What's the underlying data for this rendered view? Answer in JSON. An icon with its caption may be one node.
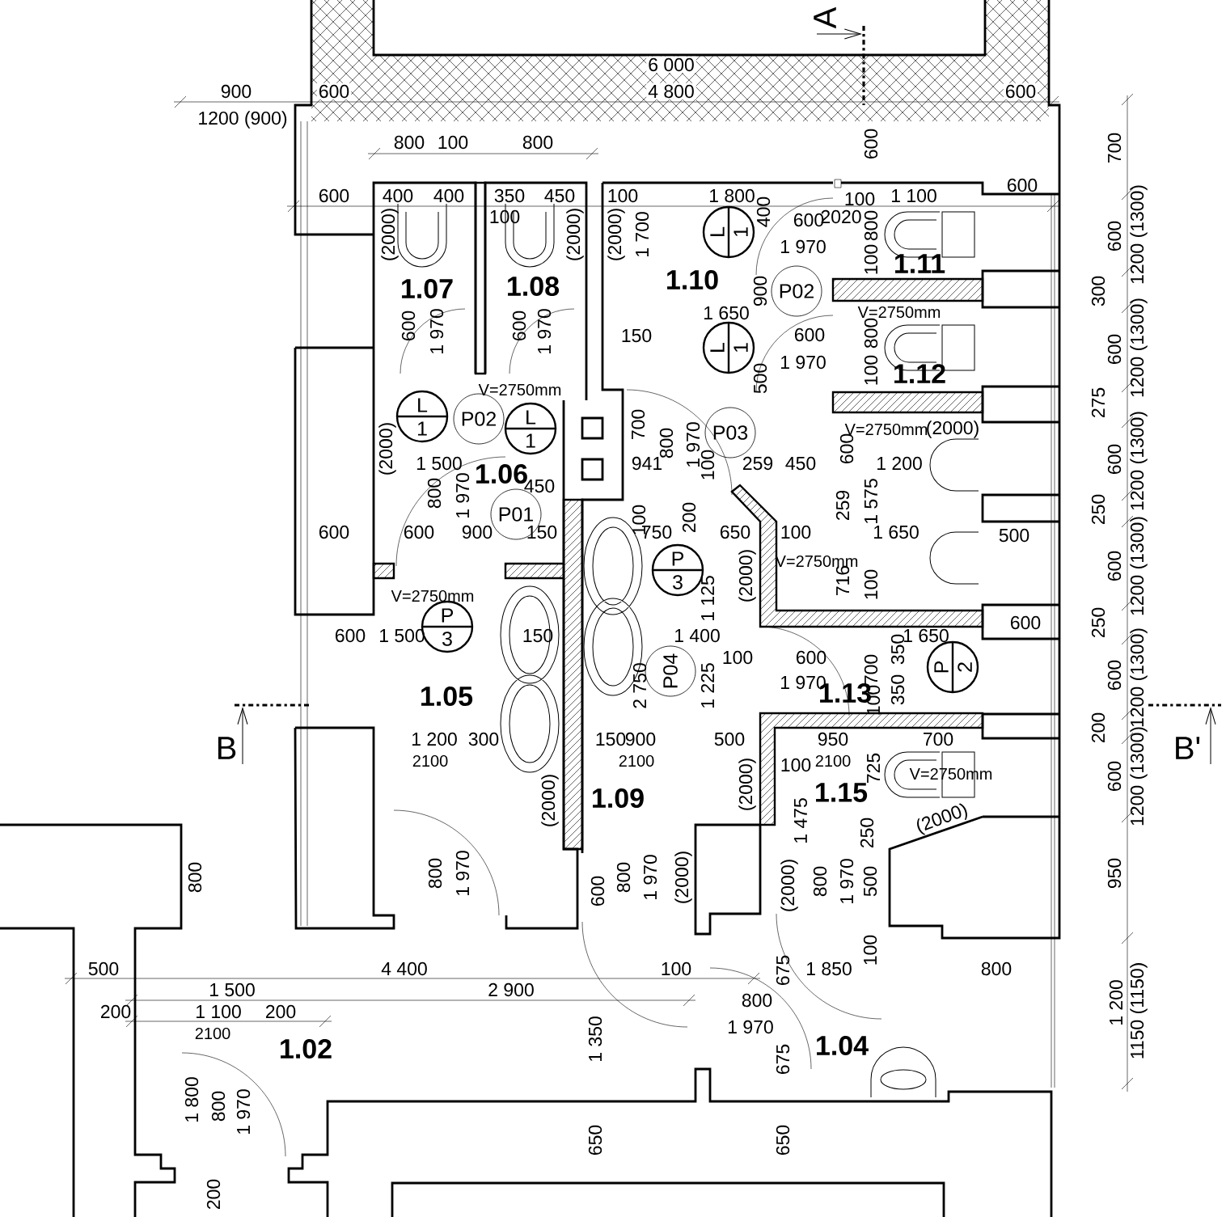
{
  "diagram": {
    "nodes": [
      {
        "text": [
          "L",
          "1"
        ]
      },
      {
        "text": [
          "P02"
        ]
      },
      {
        "text": [
          "L",
          "1"
        ]
      },
      {
        "text": [
          "L",
          "1"
        ]
      },
      {
        "text": [
          "P02"
        ]
      },
      {
        "text": [
          "L",
          "1"
        ]
      },
      {
        "text": [
          "P03"
        ]
      },
      {
        "text": [
          "P01"
        ]
      },
      {
        "text": [
          "P",
          "3"
        ]
      },
      {
        "text": [
          "P",
          "3"
        ]
      },
      {
        "text": [
          "P",
          "2"
        ]
      },
      {
        "text": [
          "P04"
        ]
      }
    ],
    "labels": [
      "A",
      "6 000",
      "900",
      "600",
      "4 800",
      "600",
      "1200 (900)",
      "800",
      "100",
      "800",
      "600",
      "700",
      "600",
      "400",
      "400",
      "350",
      "450",
      "100",
      "1 800",
      "100",
      "1 100",
      "600",
      "400",
      "100",
      "600",
      "2020",
      "800",
      "(2000)",
      "(2000)",
      "(2000)",
      "1 700",
      "600",
      "1200 (1300)",
      "1 970",
      "100",
      "1.11",
      "1.10",
      "1.07",
      "1.08",
      "900",
      "300",
      "1 650",
      "V=2750mm",
      "600",
      "1 970",
      "600",
      "1 970",
      "150",
      "600",
      "800",
      "600",
      "1200 (1300)",
      "500",
      "1 970",
      "100",
      "1.12",
      "V=2750mm",
      "275",
      "V=2750mm",
      "(2000)",
      "700",
      "800",
      "1 970",
      "100",
      "600",
      "(2000)",
      "1 500",
      "1.06",
      "941",
      "259",
      "450",
      "1 200",
      "600",
      "1200 (1300)",
      "450",
      "800",
      "1 970",
      "259",
      "1 575",
      "250",
      "600",
      "600",
      "900",
      "150",
      "100",
      "200",
      "750",
      "650",
      "100",
      "1 650",
      "500",
      "V=2750mm",
      "600",
      "1200 (1300)",
      "(2000)",
      "716",
      "100",
      "1 125",
      "V=2750mm",
      "250",
      "600",
      "600",
      "1 500",
      "150",
      "1 400",
      "1 650",
      "350",
      "100",
      "600",
      "700",
      "1 970",
      "2 750",
      "1 225",
      "600",
      "1200 (1300)",
      "350",
      "1.05",
      "1.13",
      "100",
      "200",
      "B",
      "B'",
      "1 200",
      "300",
      "150",
      "900",
      "500",
      "950",
      "700",
      "2100",
      "2100",
      "100",
      "2100",
      "725",
      "V=2750mm",
      "600",
      "1200 (1300)",
      "(2000)",
      "1.09",
      "(2000)",
      "1.15",
      "(2000)",
      "1 475",
      "250",
      "800",
      "800",
      "1 970",
      "600",
      "800",
      "1 970",
      "(2000)",
      "(2000)",
      "800",
      "1 970",
      "500",
      "950",
      "100",
      "500",
      "4 400",
      "100",
      "675",
      "1 850",
      "800",
      "1 500",
      "2 900",
      "200",
      "1 100",
      "200",
      "800",
      "1 200",
      "1150 (1150)",
      "2100",
      "1 970",
      "1 350",
      "1.02",
      "1.04",
      "675",
      "1 800",
      "800",
      "1 970",
      "650",
      "650",
      "200"
    ]
  }
}
